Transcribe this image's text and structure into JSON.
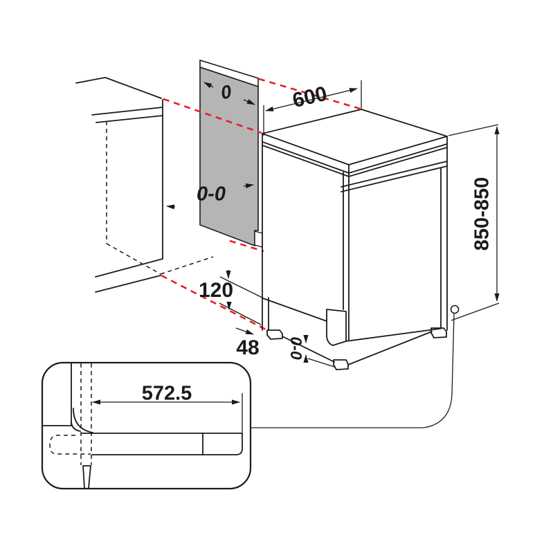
{
  "diagram": {
    "kind": "appliance-installation-dimension-diagram",
    "labels": {
      "panel_gap_top": "0",
      "appliance_width": "600",
      "panel_gap_side": "0-0",
      "plinth_height": "120",
      "plinth_recess": "48",
      "foot_adjustment": "0-0",
      "appliance_height": "850-850",
      "detail_width": "572.5"
    },
    "colors": {
      "line": "#1a1a1a",
      "projection_line": "#ec1c24",
      "panel_fill": "#b5b5b5",
      "background": "#ffffff"
    }
  }
}
